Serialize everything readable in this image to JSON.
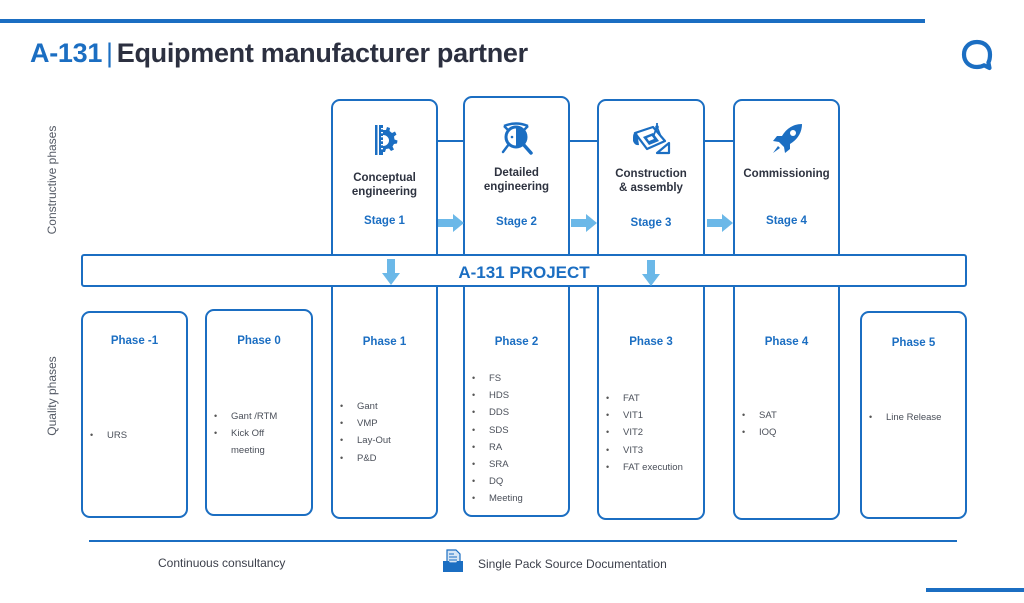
{
  "header": {
    "code": "A-131",
    "separator": "|",
    "title": "Equipment manufacturer partner",
    "logo_icon": "speech-bubble-logo-icon"
  },
  "side_labels": {
    "constructive": "Constructive phases",
    "quality": "Quality phases"
  },
  "stages": [
    {
      "title_line1": "Conceptual",
      "title_line2": "engineering",
      "label": "Stage 1",
      "icon": "engineering-gear-ruler-icon"
    },
    {
      "title_line1": "Detailed",
      "title_line2": "engineering",
      "label": "Stage 2",
      "icon": "magnifier-inspection-icon"
    },
    {
      "title_line1": "Construction",
      "title_line2": "& assembly",
      "label": "Stage 3",
      "icon": "blueprint-compass-icon"
    },
    {
      "title_line1": "Commissioning",
      "title_line2": "",
      "label": "Stage 4",
      "icon": "rocket-icon"
    }
  ],
  "project": {
    "label": "A-131 PROJECT"
  },
  "phases": [
    {
      "title": "Phase -1",
      "items": [
        "URS"
      ]
    },
    {
      "title": "Phase 0",
      "items": [
        "Gant /RTM",
        "Kick Off meeting"
      ]
    },
    {
      "title": "Phase 1",
      "items": [
        "Gant",
        "VMP",
        "Lay-Out",
        "P&D"
      ]
    },
    {
      "title": "Phase 2",
      "items": [
        "FS",
        "HDS",
        "DDS",
        "SDS",
        "RA",
        "SRA",
        "DQ",
        "Meeting"
      ]
    },
    {
      "title": "Phase 3",
      "items": [
        "FAT",
        "VIT1",
        "VIT2",
        "VIT3",
        "FAT execution"
      ]
    },
    {
      "title": "Phase 4",
      "items": [
        "SAT",
        "IOQ"
      ]
    },
    {
      "title": "Phase 5",
      "items": [
        "Line Release"
      ]
    }
  ],
  "footer": {
    "left": "Continuous consultancy",
    "right": "Single Pack Source Documentation",
    "right_icon": "document-tray-icon"
  },
  "colors": {
    "brand_blue": "#1b6ec2",
    "arrow_light_blue": "#6bb8e8",
    "heading_dark": "#2c3040"
  }
}
